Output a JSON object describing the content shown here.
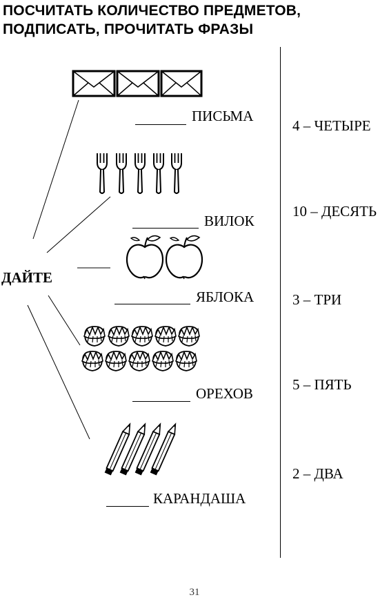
{
  "title": {
    "line1": "ПОСЧИТАТЬ  КОЛИЧЕСТВО  ПРЕДМЕТОВ,",
    "line2": "ПОДПИСАТЬ,  ПРОЧИТАТЬ ФРАЗЫ"
  },
  "verb": "ДАЙТЕ",
  "items": [
    {
      "word": "ПИСЬМА",
      "icon": "envelope-icon",
      "count": 3
    },
    {
      "word": "ВИЛОК",
      "icon": "fork-icon",
      "count": 5
    },
    {
      "word": "ЯБЛОКА",
      "icon": "apple-icon",
      "count": 2
    },
    {
      "word": "ОРЕХОВ",
      "icon": "hazelnut-icon",
      "count": 10
    },
    {
      "word": "КАРАНДАША",
      "icon": "pencil-icon",
      "count": 4
    }
  ],
  "numbers": [
    {
      "text": "4 – ЧЕТЫРЕ"
    },
    {
      "text": "10 – ДЕСЯТЬ"
    },
    {
      "text": "3 – ТРИ"
    },
    {
      "text": "5 – ПЯТЬ"
    },
    {
      "text": "2 – ДВА"
    }
  ],
  "page_number": "31"
}
